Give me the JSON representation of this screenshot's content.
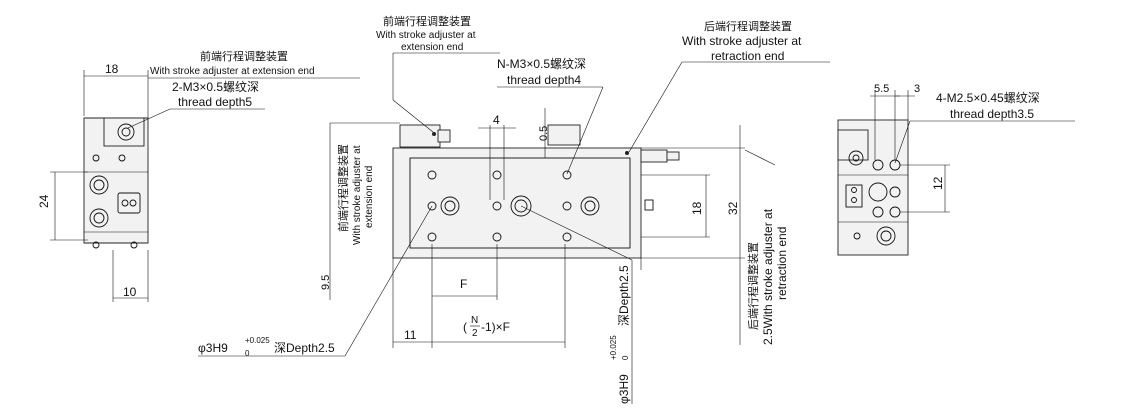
{
  "labels": {
    "left_adjuster_cn": "前端行程调整装置",
    "left_adjuster_en": "With stroke adjuster at extension end",
    "left_thread_spec": "2-M3×0.5螺纹深",
    "left_thread_depth": "thread depth5",
    "front_adjuster_cn": "前端行程调整装置",
    "front_adjuster_en1": "With stroke adjuster at",
    "front_adjuster_en2": "extension end",
    "rear_adjuster_cn": "后端行程调整装置",
    "rear_adjuster_en1": "With stroke adjuster at",
    "rear_adjuster_en2": "retraction end",
    "n_thread_spec": "N-M3×0.5螺纹深",
    "n_thread_depth": "thread depth4",
    "right_thread_spec": "4-M2.5×0.45螺纹深",
    "right_thread_depth": "thread depth3.5",
    "vert_front_cn": "前端行程调整装置",
    "vert_front_en1": "With stroke adjuster at",
    "vert_front_en2": "extension end",
    "vert_rear_cn": "后端行程调整装置",
    "vert_rear_en1": "2.5With stroke adjuster at",
    "vert_rear_en2": "retraction end",
    "hole_left": "φ3H9",
    "hole_left_tol_up": "+0.025",
    "hole_left_tol_lo": "0",
    "hole_left_depth": "深Depth2.5",
    "hole_bottom": "φ3H9",
    "hole_bottom_tol_up": "+0.025",
    "hole_bottom_tol_lo": "0",
    "hole_bottom_depth": "深Depth2.5",
    "formula_n": "N",
    "formula_d": "2",
    "formula_rest": "-1)×F",
    "formula_open": "("
  },
  "dims": {
    "d18_top": "18",
    "d24": "24",
    "d10": "10",
    "d4": "4",
    "d0_5": "0.5",
    "d9_5": "9.5",
    "dF": "F",
    "d11": "11",
    "d18_side": "18",
    "d32": "32",
    "d5_5": "5.5",
    "d3": "3",
    "d12": "12",
    "d2_5": "2.5"
  }
}
